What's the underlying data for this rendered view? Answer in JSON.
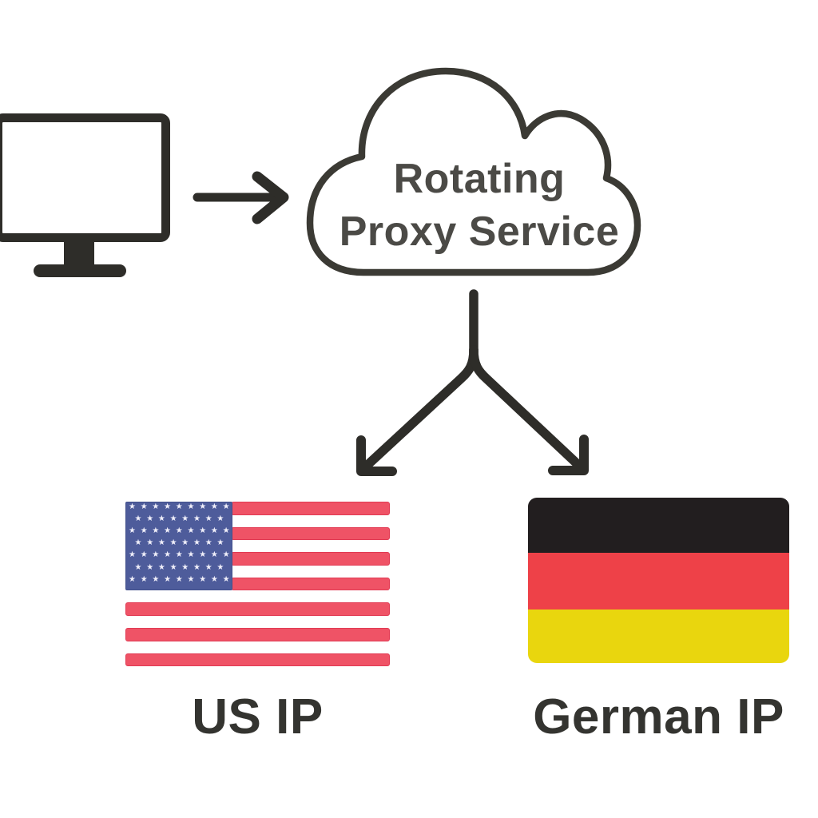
{
  "colors": {
    "ink": "#2e2d29",
    "cloud_stroke": "#3b3a34",
    "cloud_text": "#4b4a46",
    "label_text": "#343430",
    "us_red": "#ef5366",
    "us_red_edge": "#e13a53",
    "us_blue": "#4e5c9b",
    "us_blue_edge": "#42508c",
    "us_star": "#f0effa",
    "de_black": "#221e1f",
    "de_red": "#ee4148",
    "de_gold": "#e9d60e"
  },
  "cloud": {
    "line1": "Rotating",
    "line2": "Proxy Service"
  },
  "labels": {
    "us": "US IP",
    "german": "German IP"
  },
  "us_flag": {
    "stripe_count": 7,
    "star_rows": 7,
    "stars_odd_row": 9,
    "stars_even_row": 8,
    "star_glyph": "★"
  },
  "icons": [
    "computer-icon",
    "right-arrow-icon",
    "cloud-shape",
    "split-arrow-icon",
    "us-flag",
    "german-flag"
  ]
}
